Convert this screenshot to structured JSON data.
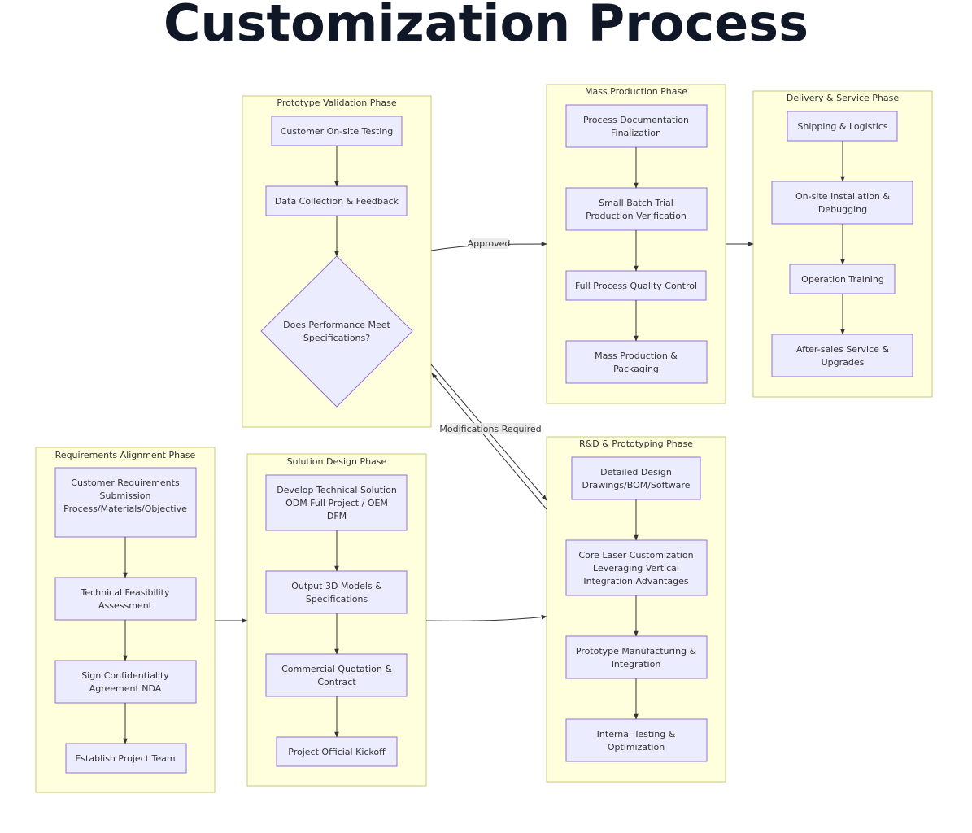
{
  "title": "Customization Process",
  "colors": {
    "phase_fill": "#ffffde",
    "phase_stroke": "#c8c87a",
    "node_fill": "#ececff",
    "node_stroke": "#9370db",
    "title": "#101828"
  },
  "phases": {
    "prototype_validation": {
      "label": "Prototype Validation Phase",
      "nodes": [
        "Customer On-site Testing",
        "Data Collection & Feedback",
        "Does Performance Meet Specifications?"
      ]
    },
    "mass_production": {
      "label": "Mass Production Phase",
      "nodes": [
        "Process Documentation Finalization",
        "Small Batch Trial Production Verification",
        "Full Process Quality Control",
        "Mass Production & Packaging"
      ]
    },
    "delivery_service": {
      "label": "Delivery & Service Phase",
      "nodes": [
        "Shipping & Logistics",
        "On-site Installation & Debugging",
        "Operation Training",
        "After-sales Service & Upgrades"
      ]
    },
    "requirements_alignment": {
      "label": "Requirements Alignment Phase",
      "nodes": [
        "Customer Requirements Submission Process/Materials/Objective",
        "Technical Feasibility Assessment",
        "Sign Confidentiality Agreement NDA",
        "Establish Project Team"
      ]
    },
    "solution_design": {
      "label": "Solution Design Phase",
      "nodes": [
        "Develop Technical Solution ODM Full Project / OEM DFM",
        "Output 3D Models & Specifications",
        "Commercial Quotation & Contract",
        "Project Official Kickoff"
      ]
    },
    "rd_prototyping": {
      "label": "R&D & Prototyping Phase",
      "nodes": [
        "Detailed Design Drawings/BOM/Software",
        "Core Laser Customization Leveraging Vertical Integration Advantages",
        "Prototype Manufacturing & Integration",
        "Internal Testing & Optimization"
      ]
    }
  },
  "edge_labels": {
    "approved": "Approved",
    "modifications": "Modifications Required"
  }
}
